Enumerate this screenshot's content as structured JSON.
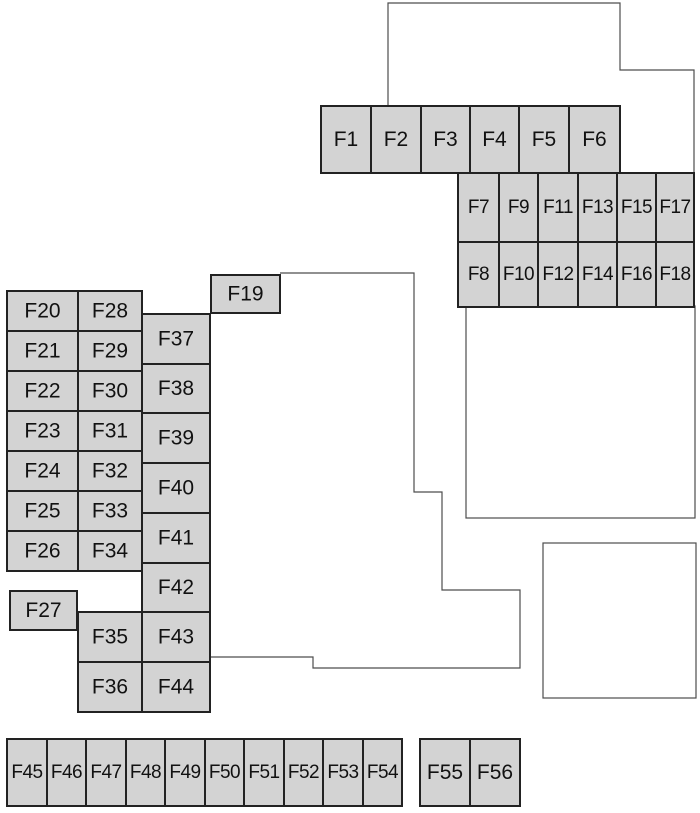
{
  "diagram": {
    "fuse_fill": "#d3d3d3",
    "fuse_border": "#222222",
    "outline_color": "#4d4d4d",
    "fuses": [
      "F1",
      "F2",
      "F3",
      "F4",
      "F5",
      "F6",
      "F7",
      "F8",
      "F9",
      "F10",
      "F11",
      "F12",
      "F13",
      "F14",
      "F15",
      "F16",
      "F17",
      "F18",
      "F19",
      "F20",
      "F21",
      "F22",
      "F23",
      "F24",
      "F25",
      "F26",
      "F27",
      "F28",
      "F29",
      "F30",
      "F31",
      "F32",
      "F33",
      "F34",
      "F35",
      "F36",
      "F37",
      "F38",
      "F39",
      "F40",
      "F41",
      "F42",
      "F43",
      "F44",
      "F45",
      "F46",
      "F47",
      "F48",
      "F49",
      "F50",
      "F51",
      "F52",
      "F53",
      "F54",
      "F55",
      "F56"
    ]
  }
}
